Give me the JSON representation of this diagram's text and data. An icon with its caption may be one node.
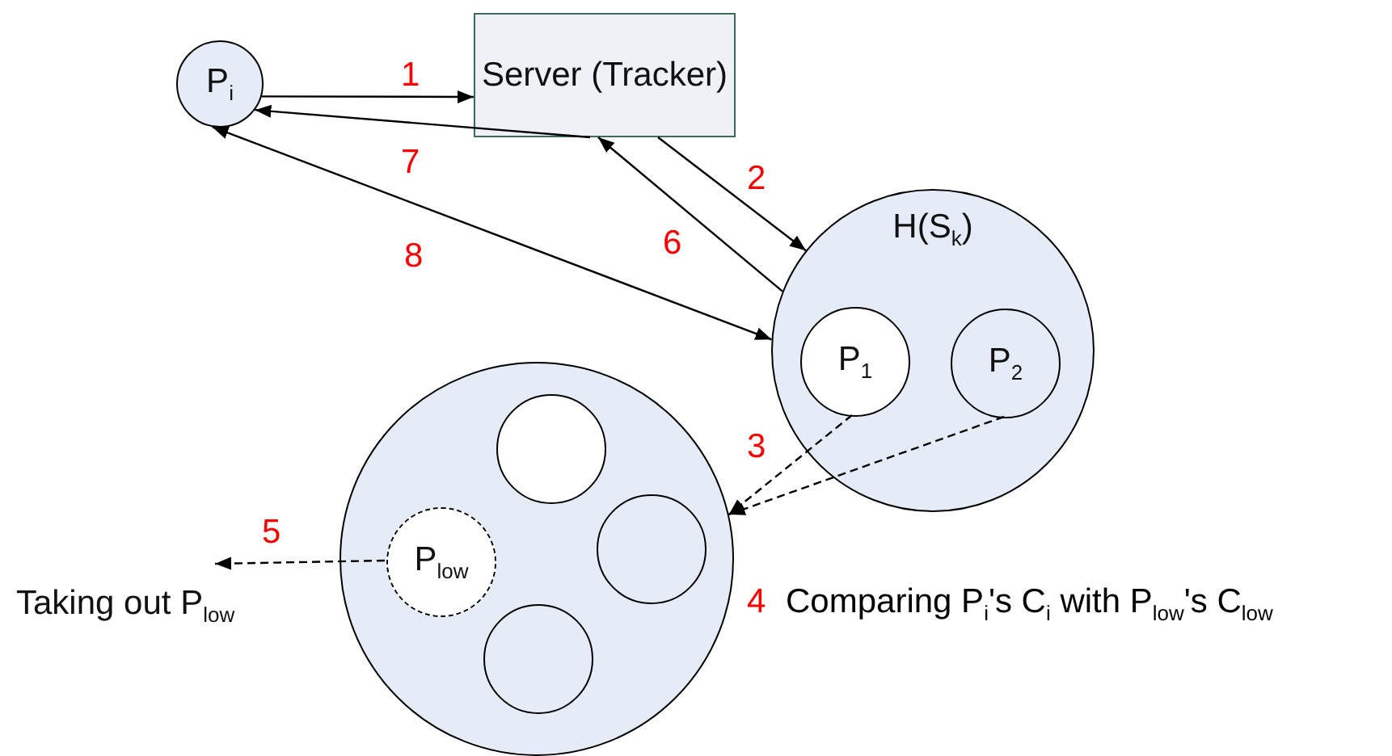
{
  "diagram": {
    "nodes": [
      {
        "text": [
          "P$_{i}$"
        ]
      },
      {
        "text": [
          "Server (Tracker)"
        ]
      },
      {
        "text": [
          "H(S$_{k}$)"
        ]
      },
      {
        "text": [
          "P$_{1}$"
        ],
        "in": 2
      },
      {
        "text": [
          "P$_{2}$"
        ],
        "in": 2
      },
      {
        "text": [],
        "shape": "circle"
      },
      {
        "text": [],
        "shape": "circle",
        "in": 5
      },
      {
        "text": [
          "P$_{low}$"
        ],
        "in": 5
      },
      {
        "text": [],
        "shape": "circle",
        "in": 5
      },
      {
        "text": [],
        "shape": "circle",
        "in": 5
      },
      {
        "text": [
          "Taking out P$_{low}$"
        ]
      }
    ],
    "edges": [
      {
        "from": 0,
        "to": 1,
        "arrow": "to",
        "label": "1"
      },
      {
        "from": 1,
        "to": 0,
        "arrow": "to",
        "label": "7"
      },
      {
        "from": 1,
        "to": 2,
        "arrow": "to",
        "label": "2"
      },
      {
        "from": 2,
        "to": 1,
        "arrow": "to",
        "label": "6"
      },
      {
        "from": 0,
        "to": 2,
        "arrow": "both",
        "label": "8"
      },
      {
        "from": 3,
        "to": 5,
        "arrow": "to",
        "label": "3",
        "style": "dashed"
      },
      {
        "from": 4,
        "to": 5,
        "arrow": "to",
        "style": "dashed"
      },
      {
        "from": 7,
        "to": 10,
        "arrow": "to",
        "label": "5",
        "style": "dashed"
      }
    ],
    "labels": [
      "4",
      "Comparing P$_{i}$'s C$_{i}$ with P$_{low}$'s C$_{low}$"
    ]
  }
}
